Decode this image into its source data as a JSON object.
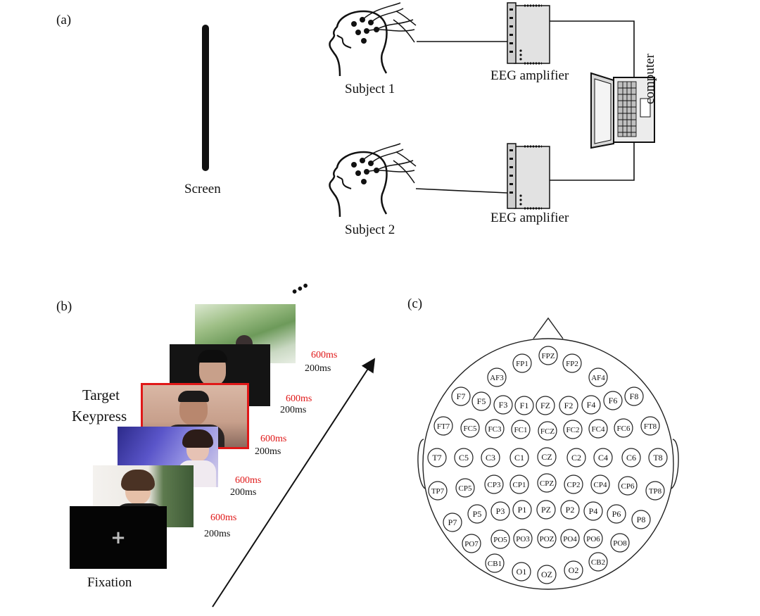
{
  "panel_a": {
    "tag": "(a)",
    "screen_label": "Screen",
    "subject_1_label": "Subject 1",
    "subject_2_label": "Subject 2",
    "amplifier_top_label": "EEG amplifier",
    "amplifier_bottom_label": "EEG amplifier",
    "computer_label": "computer"
  },
  "panel_b": {
    "tag": "(b)",
    "target_line_1": "Target",
    "target_line_2": "Keypress",
    "fixation_label": "Fixation",
    "fixation_symbol": "+",
    "continuation": "•••",
    "timings": [
      {
        "on": "600ms",
        "off": "200ms"
      },
      {
        "on": "600ms",
        "off": "200ms"
      },
      {
        "on": "600ms",
        "off": "200ms"
      },
      {
        "on": "600ms",
        "off": "200ms"
      },
      {
        "on": "600ms",
        "off": "200ms"
      }
    ]
  },
  "panel_c": {
    "tag": "(c)",
    "electrodes": [
      "FP1",
      "FPZ",
      "FP2",
      "AF3",
      "AF4",
      "F7",
      "F5",
      "F3",
      "F1",
      "FZ",
      "F2",
      "F4",
      "F6",
      "F8",
      "FT7",
      "FC5",
      "FC3",
      "FC1",
      "FCZ",
      "FC2",
      "FC4",
      "FC6",
      "FT8",
      "T7",
      "C5",
      "C3",
      "C1",
      "CZ",
      "C2",
      "C4",
      "C6",
      "T8",
      "TP7",
      "CP5",
      "CP3",
      "CP1",
      "CPZ",
      "CP2",
      "CP4",
      "CP6",
      "TP8",
      "P7",
      "P5",
      "P3",
      "P1",
      "PZ",
      "P2",
      "P4",
      "P6",
      "P8",
      "PO7",
      "PO5",
      "PO3",
      "POZ",
      "PO4",
      "PO6",
      "PO8",
      "CB1",
      "O1",
      "OZ",
      "O2",
      "CB2"
    ]
  },
  "colors": {
    "timing_on": "#e01818",
    "target_frame": "#e01818",
    "ink": "#111111"
  }
}
